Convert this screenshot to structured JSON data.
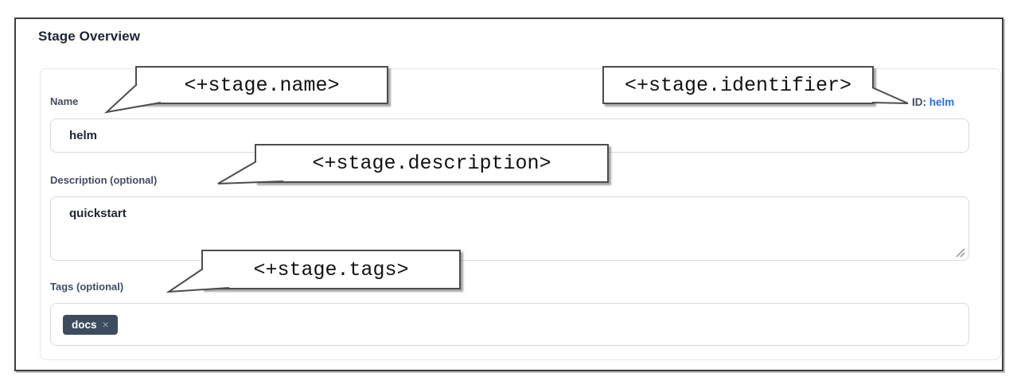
{
  "page": {
    "title": "Stage Overview"
  },
  "form": {
    "name": {
      "label": "Name",
      "value": "helm"
    },
    "identifier": {
      "prefix": "ID:",
      "value": "helm"
    },
    "description": {
      "label": "Description (optional)",
      "value": "quickstart"
    },
    "tags": {
      "label": "Tags (optional)",
      "chips": [
        {
          "text": "docs",
          "remove_glyph": "×"
        }
      ]
    }
  },
  "annotations": {
    "name": "<+stage.name>",
    "identifier": "<+stage.identifier>",
    "description": "<+stage.description>",
    "tags": "<+stage.tags>"
  },
  "icons": {
    "remove_tag": "close-icon",
    "textarea_resize": "resize-handle-icon"
  },
  "colors": {
    "link_blue": "#2b6ce8",
    "chip_background": "#3d4b5e",
    "label_slate": "#424c60",
    "callout_border": "#4d4d4d"
  }
}
